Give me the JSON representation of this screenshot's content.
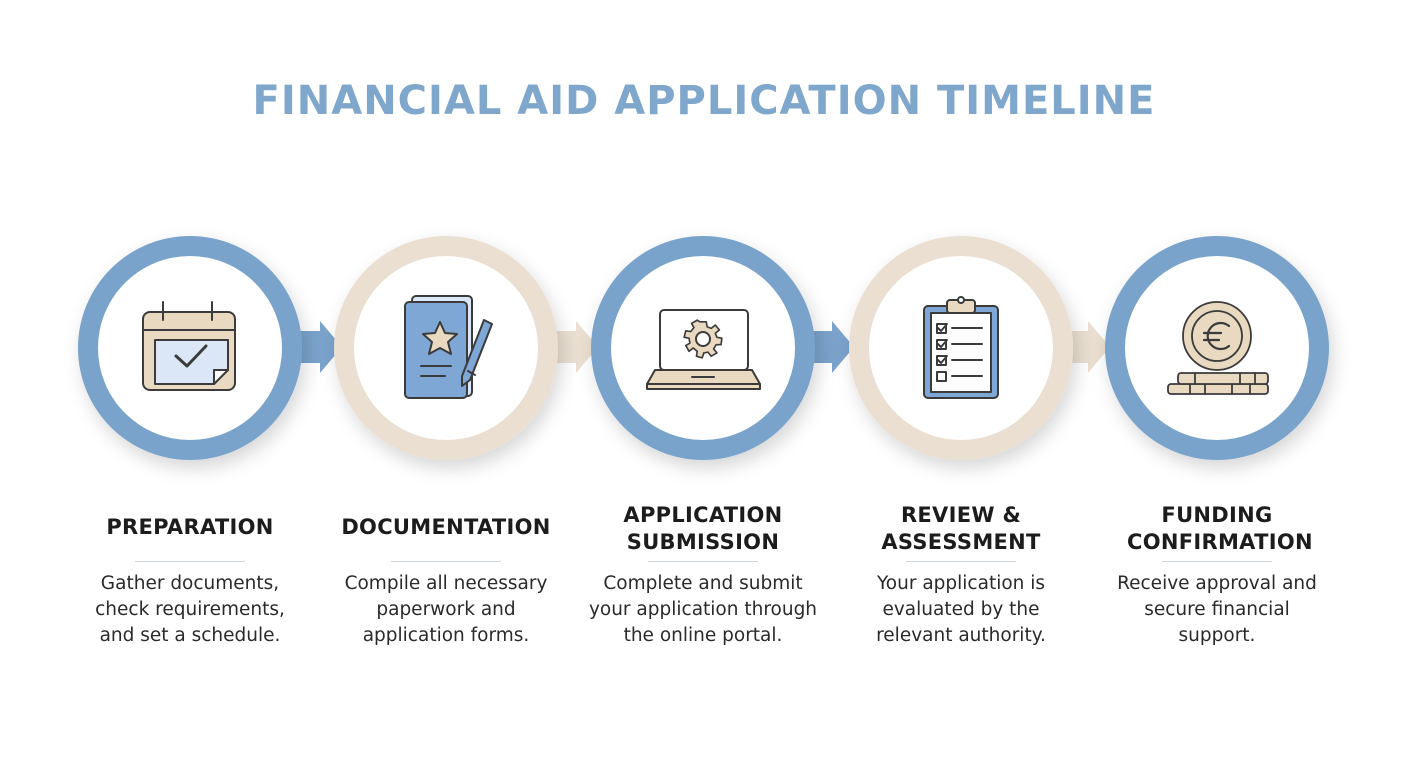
{
  "title": "FINANCIAL AID APPLICATION TIMELINE",
  "colors": {
    "title": "#7fa7cc",
    "blue_ring": "#7aa3cc",
    "beige_ring": "#eadfd1",
    "icon_blue": "#7fa7d6",
    "icon_beige": "#e9d9c1",
    "icon_stroke": "#3b3b3b"
  },
  "steps": [
    {
      "title": "PREPARATION",
      "description": "Gather documents, check requirements, and set a schedule.",
      "icon": "calendar-check-icon",
      "ring": "blue"
    },
    {
      "title": "DOCUMENTATION",
      "description": "Compile all necessary paperwork and application forms.",
      "icon": "folder-pen-icon",
      "ring": "beige"
    },
    {
      "title": "APPLICATION SUBMISSION",
      "description": "Complete and submit your application through the online portal.",
      "icon": "laptop-gear-icon",
      "ring": "blue"
    },
    {
      "title": "REVIEW & ASSESSMENT",
      "description": "Your application is evaluated by the relevant authority.",
      "icon": "clipboard-checklist-icon",
      "ring": "beige"
    },
    {
      "title": "FUNDING CONFIRMATION",
      "description": "Receive approval and secure financial support.",
      "icon": "euro-coin-icon",
      "ring": "blue"
    }
  ]
}
